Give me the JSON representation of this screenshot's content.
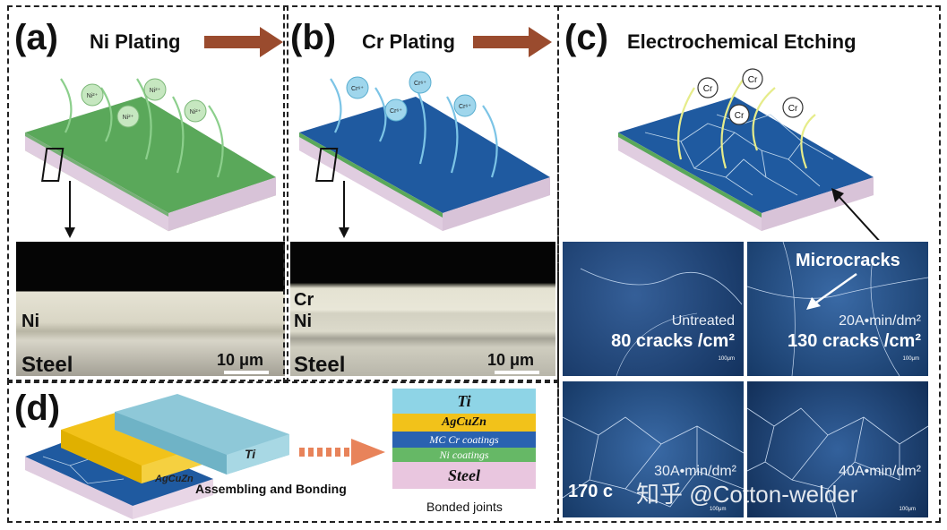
{
  "panel_a": {
    "label": "(a)",
    "title": "Ni Plating",
    "ion": "Ni²⁺",
    "micro_labels": {
      "top": "Ni",
      "bottom": "Steel"
    },
    "scale": "10 μm"
  },
  "panel_b": {
    "label": "(b)",
    "title": "Cr Plating",
    "ion": "Cr⁶⁺",
    "micro_labels": {
      "top": "Cr",
      "mid": "Ni",
      "bottom": "Steel"
    },
    "scale": "10 μm"
  },
  "panel_c": {
    "label": "(c)",
    "title": "Electrochemical Etching",
    "ion": "Cr",
    "callout": "Microcracks",
    "images": [
      {
        "condition": "Untreated",
        "count": "80 cracks /cm²",
        "scale": "100μm"
      },
      {
        "condition": "20A•min/dm²",
        "count": "130 cracks /cm²",
        "scale": "100μm"
      },
      {
        "condition": "30A•min/dm²",
        "count": "170 c",
        "scale": "100μm"
      },
      {
        "condition": "40A•min/dm²",
        "count": "",
        "scale": "100μm"
      }
    ],
    "watermark": "知乎 @Cotton-welder"
  },
  "panel_d": {
    "label": "(d)",
    "block_labels": {
      "top": "Ti",
      "filler": "AgCuZn"
    },
    "process": "Assembling and Bonding",
    "layers": [
      "Ti",
      "AgCuZn",
      "MC Cr coatings",
      "Ni coatings",
      "Steel"
    ],
    "caption": "Bonded joints"
  },
  "colors": {
    "ni_green": "#5aa85a",
    "cr_blue": "#1f5aa0",
    "steel_pink": "#e8d6e6",
    "arrow_brown": "#9a4b2e",
    "process_arrow": "#e8835a"
  }
}
